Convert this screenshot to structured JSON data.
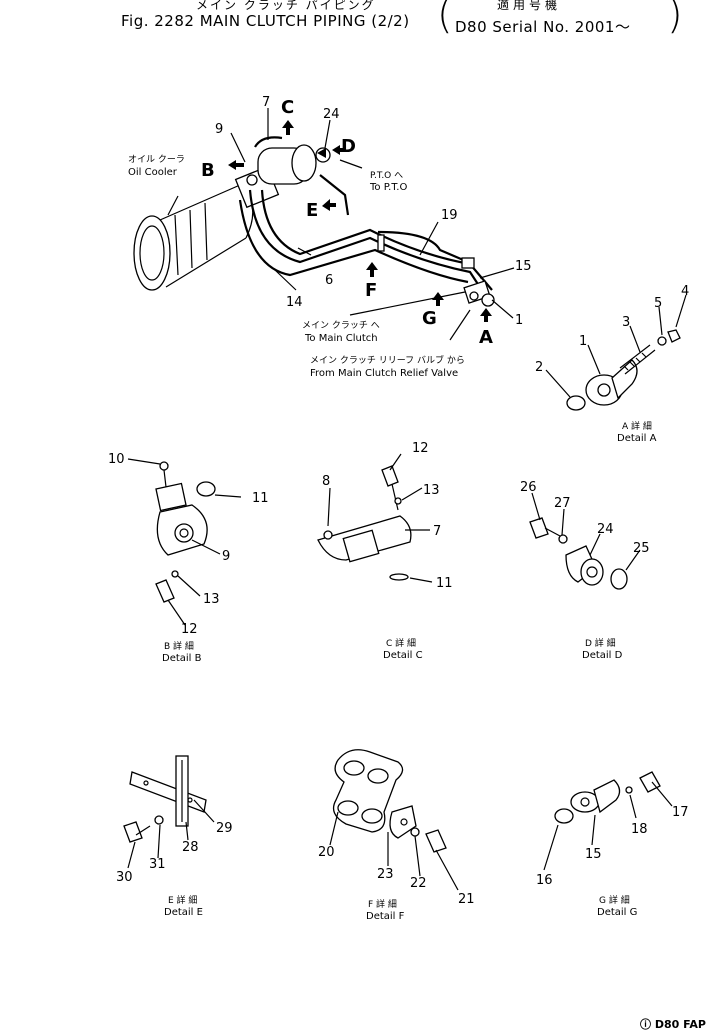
{
  "header": {
    "title_jp": "メイン クラッチ パイピング",
    "title": "Fig. 2282 MAIN CLUTCH PIPING (2/2)",
    "applicability_jp": "適用号機",
    "applicability": "D80 Serial No. 2001～",
    "paren_left": "(",
    "paren_right": ")"
  },
  "main": {
    "oil_cooler_jp": "オイル クーラ",
    "oil_cooler": "Oil Cooler",
    "pto_jp": "P.T.O へ",
    "pto": "To P.T.O",
    "to_main_jp": "メイン クラッチ へ",
    "to_main": "To Main Clutch",
    "from_relief_jp": "メイン クラッチ リリーフ バルブ から",
    "from_relief": "From Main Clutch Relief Valve",
    "letters": [
      "A",
      "B",
      "C",
      "D",
      "E",
      "F",
      "G"
    ],
    "callouts": [
      "7",
      "9",
      "24",
      "6",
      "14",
      "19",
      "15",
      "1"
    ]
  },
  "details": {
    "a": {
      "label_jp": "A 詳 細",
      "label": "Detail A",
      "parts": [
        "1",
        "2",
        "3",
        "4",
        "5"
      ]
    },
    "b": {
      "label_jp": "B 詳 細",
      "label": "Detail B",
      "parts": [
        "10",
        "11",
        "9",
        "13",
        "12"
      ]
    },
    "c": {
      "label_jp": "C 詳 細",
      "label": "Detail C",
      "parts": [
        "12",
        "13",
        "8",
        "7",
        "11"
      ]
    },
    "d": {
      "label_jp": "D 詳 細",
      "label": "Detail D",
      "parts": [
        "26",
        "27",
        "24",
        "25"
      ]
    },
    "e": {
      "label_jp": "E 詳 細",
      "label": "Detail E",
      "parts": [
        "29",
        "28",
        "31",
        "30"
      ]
    },
    "f": {
      "label_jp": "F 詳 細",
      "label": "Detail F",
      "parts": [
        "20",
        "23",
        "22",
        "21"
      ]
    },
    "g": {
      "label_jp": "G 詳 細",
      "label": "Detail G",
      "parts": [
        "17",
        "18",
        "15",
        "16"
      ]
    }
  },
  "footer": {
    "code": "ⓘ D80 FAP"
  }
}
